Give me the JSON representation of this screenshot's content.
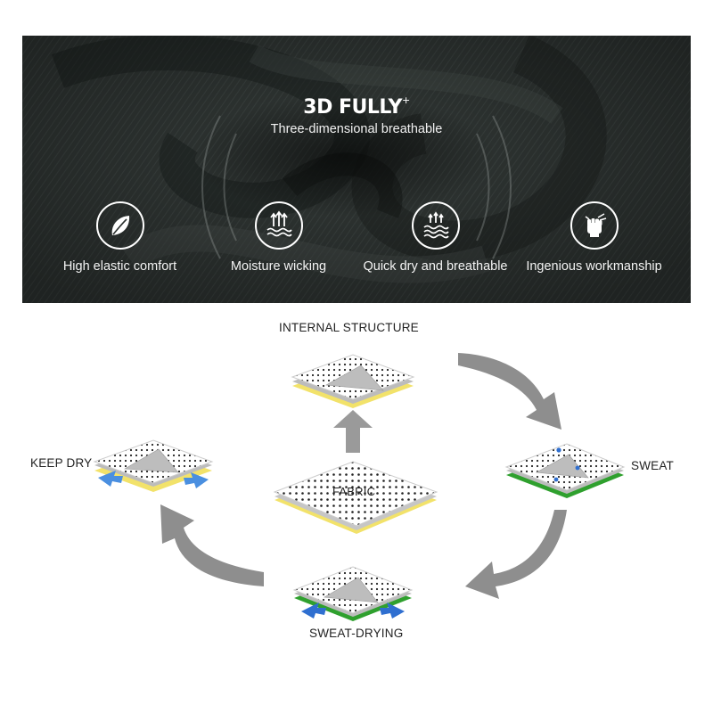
{
  "banner": {
    "headline": "3D FULLY",
    "headline_mark": "+",
    "subheadline": "Three-dimensional breathable",
    "features": [
      {
        "icon": "leaf-icon",
        "label": "High elastic comfort"
      },
      {
        "icon": "moisture-wicking-icon",
        "label": "Moisture wicking"
      },
      {
        "icon": "quick-dry-icon",
        "label": "Quick dry and breathable"
      },
      {
        "icon": "fist-icon",
        "label": "Ingenious workmanship"
      }
    ]
  },
  "diagram": {
    "center_label": "FABRIC",
    "stages": {
      "top": "INTERNAL STRUCTURE",
      "right": "SWEAT",
      "bottom": "SWEAT-DRYING",
      "left": "KEEP DRY"
    },
    "colors": {
      "banner_background": "#2b302e",
      "layer_yellow": "#f2e26a",
      "layer_green": "#2fa02e",
      "layer_gray": "#b4b4b4",
      "arrow_gray": "#8e8e8e",
      "drop_blue": "#2f6fd0"
    }
  }
}
